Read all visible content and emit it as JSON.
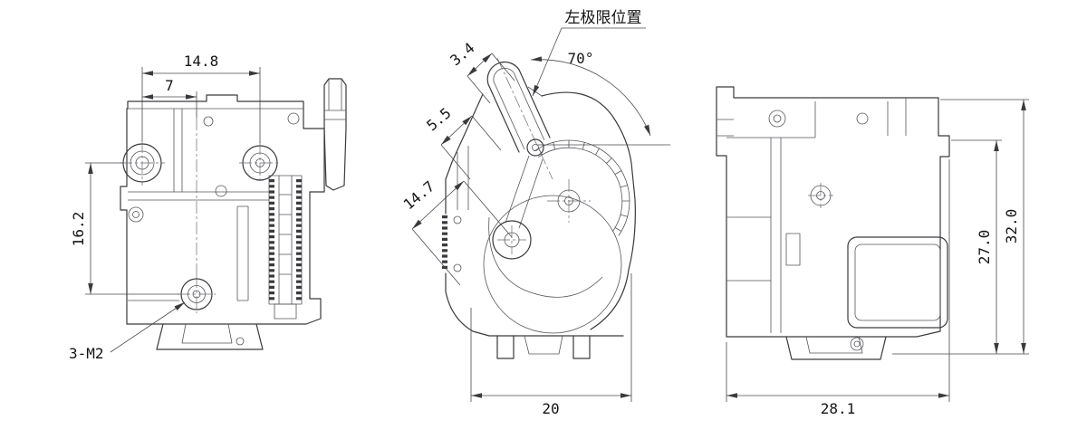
{
  "drawing": {
    "front_view": {
      "dim_hole_spacing": "14.8",
      "dim_hole_offset": "7",
      "dim_vertical": "16.2",
      "thread_callout": "3-M2"
    },
    "side_view": {
      "label_left_limit": "左极限位置",
      "dim_slot_width": "3.4",
      "dim_angle": "70°",
      "dim_guide_width": "5.5",
      "dim_guide_length": "14.7",
      "dim_bottom_width": "20"
    },
    "back_view": {
      "dim_inner_height": "27.0",
      "dim_overall_height": "32.0",
      "dim_bottom_width": "28.1"
    }
  }
}
